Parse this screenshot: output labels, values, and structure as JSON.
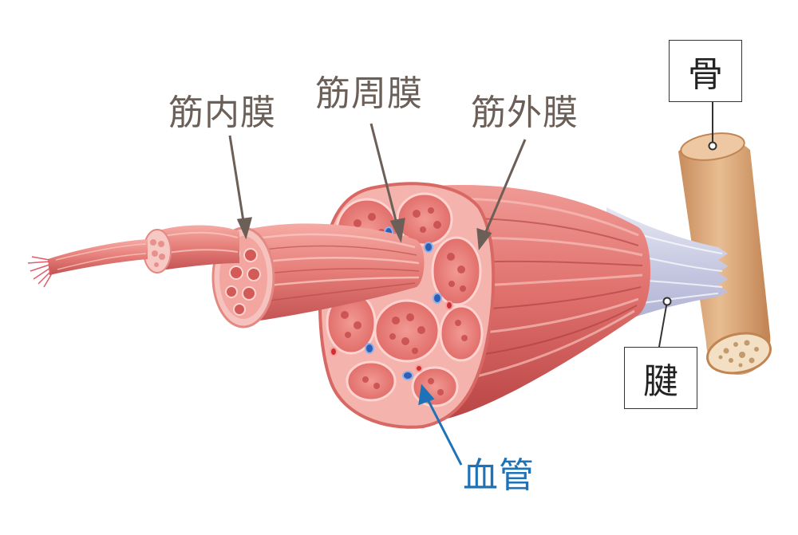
{
  "labels": {
    "endomysium": "筋内膜",
    "perimysium": "筋周膜",
    "epimysium": "筋外膜",
    "blood_vessel": "血管",
    "bone": "骨",
    "tendon": "腱"
  },
  "colors": {
    "label_text": "#6b5f57",
    "vessel_label": "#1e73b8",
    "muscle_light": "#f4a7a2",
    "muscle_mid": "#e0716d",
    "muscle_dark": "#c24a4a",
    "tendon": "#c9cbe3",
    "bone": "#deae83",
    "vessel_blue": "#2f5fb5",
    "vessel_red": "#d12f2f"
  }
}
